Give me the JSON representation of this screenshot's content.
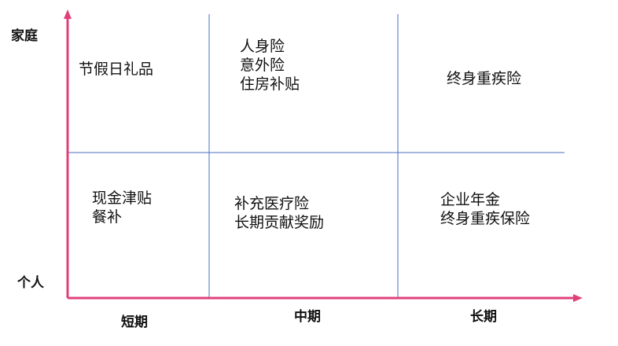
{
  "colors": {
    "axis": "#e0407a",
    "grid": "#4a6fc1",
    "text": "#111111"
  },
  "y_axis": {
    "top_label": "家庭",
    "bottom_label": "个人"
  },
  "x_axis": {
    "labels": [
      "短期",
      "中期",
      "长期"
    ]
  },
  "cells": {
    "top_short": [
      "节假日礼品"
    ],
    "top_mid": [
      "人身险",
      "意外险",
      "住房补贴"
    ],
    "top_long": [
      "终身重疾险"
    ],
    "bottom_short": [
      "现金津贴",
      "餐补"
    ],
    "bottom_mid": [
      "补充医疗险",
      "长期贡献奖励"
    ],
    "bottom_long": [
      "企业年金",
      "终身重疾保险"
    ]
  }
}
